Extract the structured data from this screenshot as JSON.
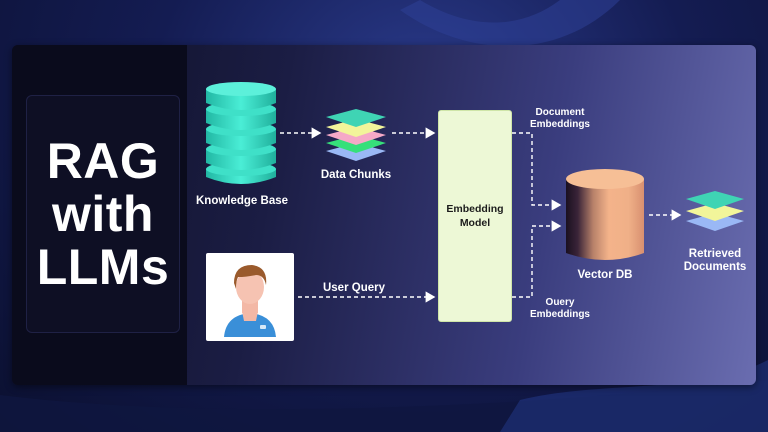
{
  "title": {
    "line1": "RAG",
    "line2": "with",
    "line3": "LLMs"
  },
  "labels": {
    "knowledge_base": "Knowledge Base",
    "data_chunks": "Data Chunks",
    "embedding_model_line1": "Embedding",
    "embedding_model_line2": "Model",
    "document_embeddings_line1": "Document",
    "document_embeddings_line2": "Embeddings",
    "query_embeddings_line1": "Ouery",
    "query_embeddings_line2": "Embeddings",
    "vector_db": "Vector DB",
    "retrieved_line1": "Retrieved",
    "retrieved_line2": "Documents",
    "user_query": "User Query"
  },
  "colors": {
    "database_cyan": "#3fe0c8",
    "embed_box": "#edf8d6",
    "vector_db_orange": "#f4b38a",
    "arrow": "#ffffff",
    "chunk_layers": [
      "#3fd4b4",
      "#f2f59a",
      "#f5a9c7",
      "#36e07a",
      "#9ab8f5"
    ],
    "retrieved_layers": [
      "#3fd4b4",
      "#f2f59a",
      "#9ab8f5"
    ]
  },
  "icons": {
    "knowledge_base": "database-icon",
    "data_chunks": "stacked-layers-icon",
    "user": "user-avatar-icon",
    "vector_db": "cylinder-icon",
    "retrieved": "stacked-layers-icon"
  }
}
